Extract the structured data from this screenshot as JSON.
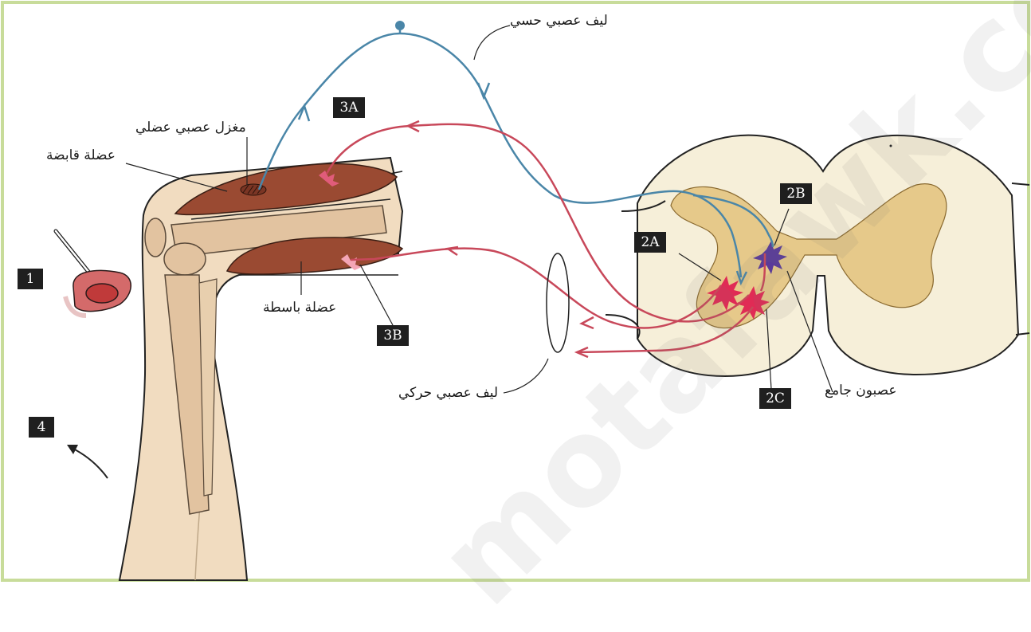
{
  "labels": {
    "sensory_fiber": "ليف عصبي حسي",
    "muscle_spindle": "مغزل عصبي عضلي",
    "flexor_muscle": "عضلة قابضة",
    "extensor_muscle": "عضلة باسطة",
    "motor_fiber": "ليف عصبي حركي",
    "interneuron": "عصبون جامع"
  },
  "markers": {
    "m1": "1",
    "m2a": "2A",
    "m2b": "2B",
    "m2c": "2C",
    "m3a": "3A",
    "m3b": "3B",
    "m4": "4"
  },
  "watermark": "motafawk.co",
  "colors": {
    "sensory": "#4a86a8",
    "motor": "#c8485a",
    "muscle": "#9a4a32",
    "grey_matter": "#e6c98a",
    "white_matter": "#f6efd9",
    "leg_skin": "#f1dcc0",
    "bone": "#e2c3a0",
    "border": "#c8dc9a"
  }
}
